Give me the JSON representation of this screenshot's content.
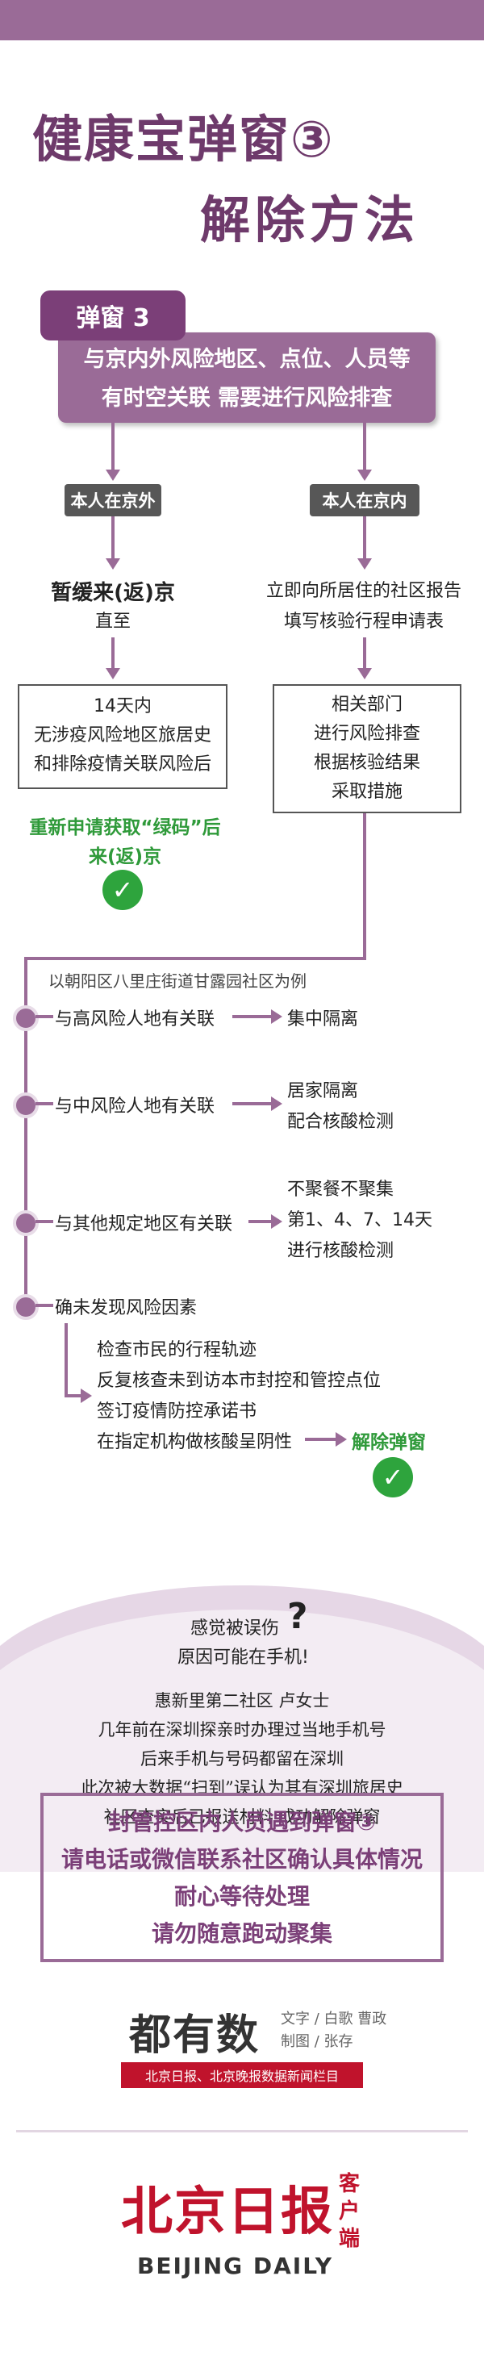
{
  "title": {
    "line1": "健康宝弹窗③",
    "line2": "解除方法"
  },
  "popup": {
    "tag": "弹窗 3",
    "desc_line1": "与京内外风险地区、点位、人员等",
    "desc_line2": "有时空关联  需要进行风险排查"
  },
  "left_branch": {
    "pill": "本人在京外",
    "action_red": "暂缓来(返)京",
    "until": "直至",
    "box_lines": [
      "14天内",
      "无涉疫风险地区旅居史",
      "和排除疫情关联风险后"
    ],
    "result_line1": "重新申请获取“绿码”后",
    "result_line2": "来(返)京"
  },
  "right_branch": {
    "pill": "本人在京内",
    "action_line1": "立即向所居住的社区报告",
    "action_line2": "填写核验行程申请表",
    "box_lines": [
      "相关部门",
      "进行风险排查",
      "根据核验结果",
      "采取措施"
    ]
  },
  "example": {
    "caption": "以朝阳区八里庄街道甘露园社区为例",
    "items": [
      {
        "label": "与高风险人地有关联",
        "result": [
          "集中隔离"
        ]
      },
      {
        "label": "与中风险人地有关联",
        "result": [
          "居家隔离",
          "配合核酸检测"
        ]
      },
      {
        "label": "与其他规定地区有关联",
        "result": [
          "不聚餐不聚集",
          "第1、4、7、14天",
          "进行核酸检测"
        ]
      },
      {
        "label": "确未发现风险因素",
        "result": []
      }
    ],
    "steps": [
      "检查市民的行程轨迹",
      "反复核查未到访本市封控和管控点位",
      "签订疫情防控承诺书",
      "在指定机构做核酸呈阴性"
    ],
    "final": "解除弹窗"
  },
  "misjudge": {
    "q1": "感觉被误伤",
    "q_mark": "?",
    "q2": "原因可能在手机!",
    "story": [
      "惠新里第二社区  卢女士",
      "几年前在深圳探亲时办理过当地手机号",
      "后来手机与号码都留在深圳",
      "此次被大数据“扫到”误认为其有深圳旅居史",
      "社区查实后已报送材料  成功解除弹窗"
    ]
  },
  "notice": [
    "封管控区内人员遇到弹窗③",
    "请电话或微信联系社区确认具体情况",
    "耐心等待处理",
    "请勿随意跑动聚集"
  ],
  "credits": {
    "brand": "都有数",
    "text_line1": "文字 / 白歌 曹政",
    "text_line2": "制图 / 张存",
    "banner": "北京日报、北京晚报数据新闻栏目"
  },
  "logo": {
    "cn": "北京日报",
    "en": "BEIJING DAILY",
    "side": "客户端"
  },
  "colors": {
    "accent": "#9a6b97",
    "title": "#6e3a6b",
    "red": "#c0132c",
    "green": "#2ea43d"
  }
}
